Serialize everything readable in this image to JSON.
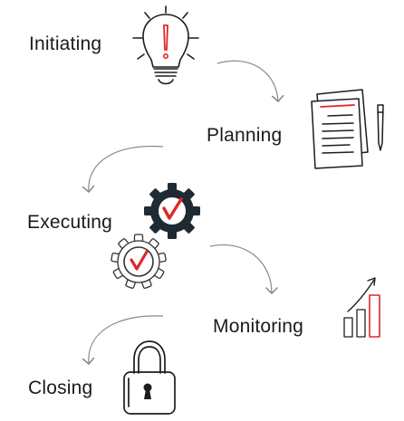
{
  "diagram": {
    "phases": [
      {
        "id": "initiating",
        "label": "Initiating",
        "icon": "lightbulb-icon"
      },
      {
        "id": "planning",
        "label": "Planning",
        "icon": "document-pen-icon"
      },
      {
        "id": "executing",
        "label": "Executing",
        "icon": "gears-checkmark-icon"
      },
      {
        "id": "monitoring",
        "label": "Monitoring",
        "icon": "bar-chart-arrow-icon"
      },
      {
        "id": "closing",
        "label": "Closing",
        "icon": "padlock-icon"
      }
    ],
    "colors": {
      "ink": "#1d1d1d",
      "accent": "#e0262b",
      "arrow": "#8a8a8a",
      "gear_dark": "#1f2a33"
    }
  }
}
